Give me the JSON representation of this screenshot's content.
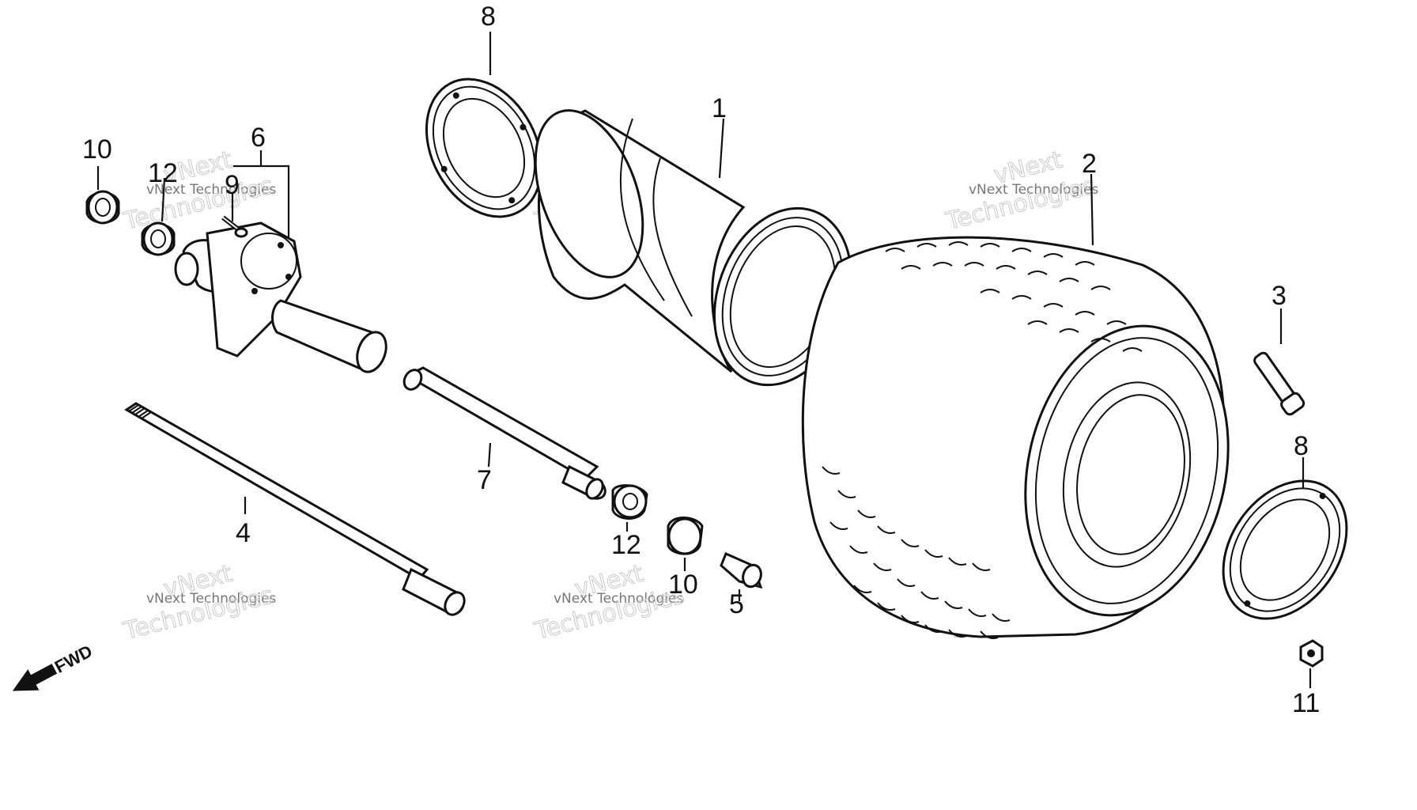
{
  "callouts": {
    "c1": "1",
    "c2": "2",
    "c3": "3",
    "c4": "4",
    "c5": "5",
    "c6": "6",
    "c7": "7",
    "c8a": "8",
    "c8b": "8",
    "c9": "9",
    "c10a": "10",
    "c10b": "10",
    "c11": "11",
    "c12a": "12",
    "c12b": "12"
  },
  "direction_label": "FWD",
  "watermark": {
    "small": "vNext Technologies",
    "large": "Technologies",
    "brand": "vNext"
  },
  "colors": {
    "line": "#111111",
    "watermark": "#c9c9c9",
    "background": "#ffffff"
  }
}
